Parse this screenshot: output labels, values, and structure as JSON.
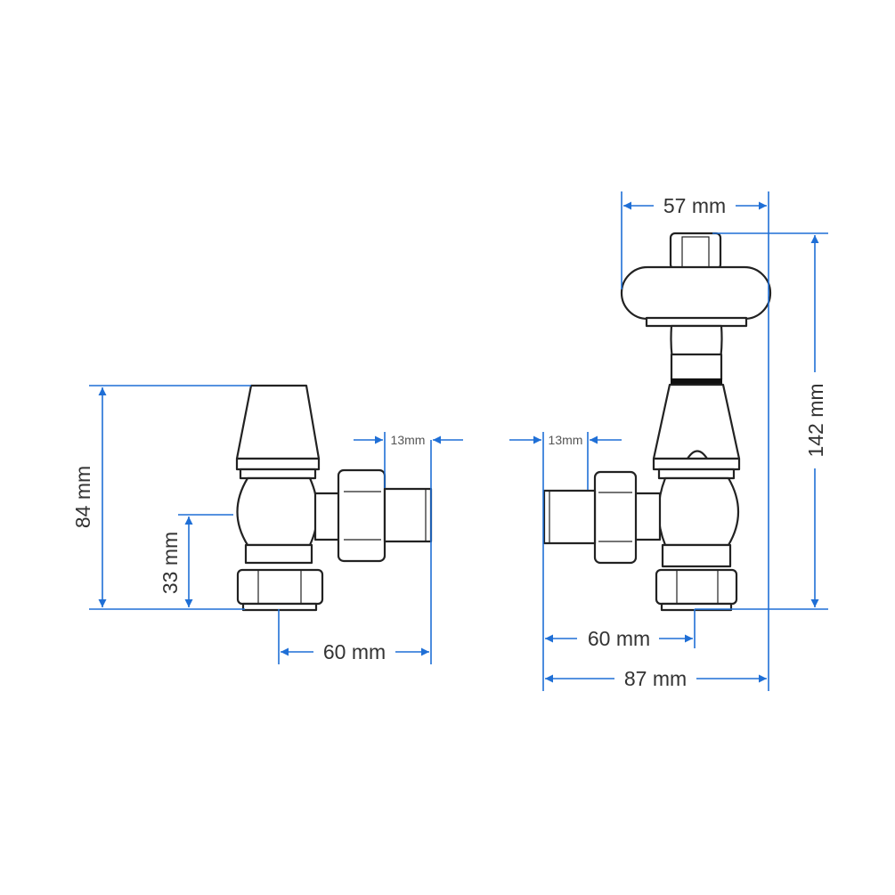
{
  "dimensions": {
    "left_height": "84 mm",
    "left_pipe_height": "33 mm",
    "left_width": "60 mm",
    "left_tail": "13mm",
    "right_tail": "13mm",
    "right_width": "60 mm",
    "right_total_width": "87 mm",
    "right_head_width": "57 mm",
    "right_height": "142 mm"
  },
  "colors": {
    "dimension": "#1f6fd6",
    "outline": "#222222"
  }
}
